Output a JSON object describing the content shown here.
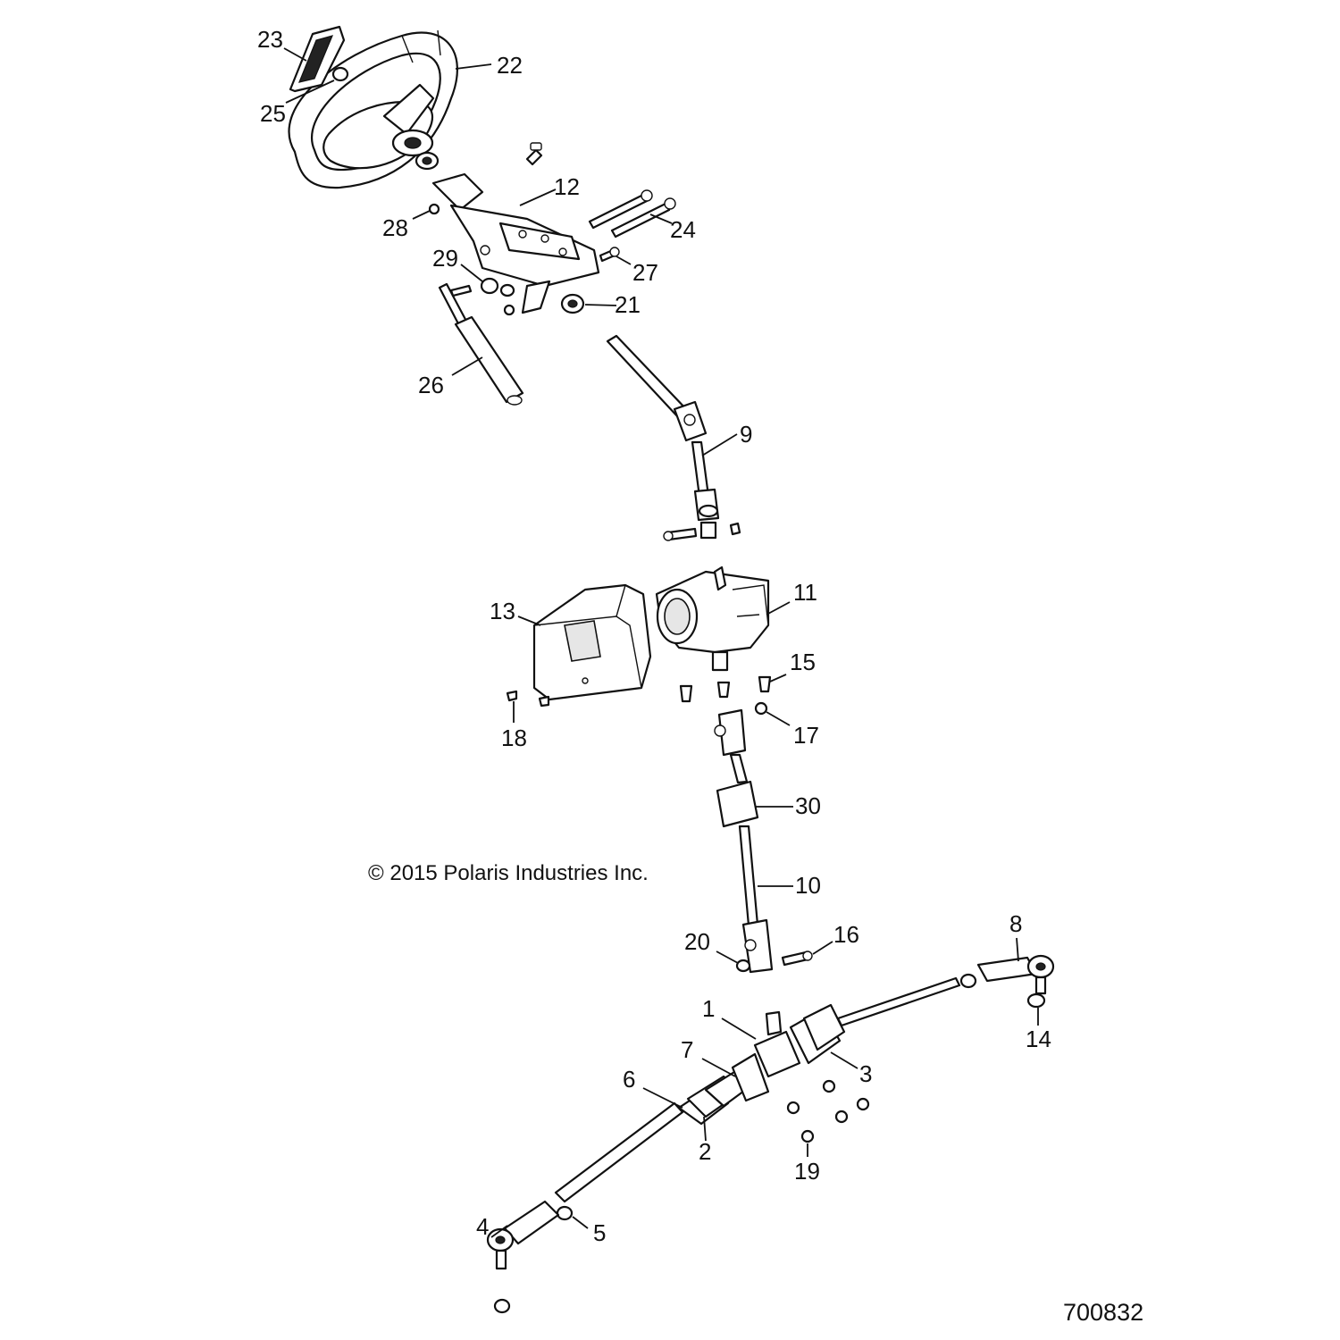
{
  "copyright": "© 2015 Polaris Industries Inc.",
  "diagram_number": "700832",
  "callouts": [
    {
      "id": "c23",
      "label": "23"
    },
    {
      "id": "c22",
      "label": "22"
    },
    {
      "id": "c25",
      "label": "25"
    },
    {
      "id": "c12",
      "label": "12"
    },
    {
      "id": "c28",
      "label": "28"
    },
    {
      "id": "c24",
      "label": "24"
    },
    {
      "id": "c29",
      "label": "29"
    },
    {
      "id": "c27",
      "label": "27"
    },
    {
      "id": "c21",
      "label": "21"
    },
    {
      "id": "c26",
      "label": "26"
    },
    {
      "id": "c9",
      "label": "9"
    },
    {
      "id": "c11",
      "label": "11"
    },
    {
      "id": "c13",
      "label": "13"
    },
    {
      "id": "c15",
      "label": "15"
    },
    {
      "id": "c17",
      "label": "17"
    },
    {
      "id": "c18",
      "label": "18"
    },
    {
      "id": "c30",
      "label": "30"
    },
    {
      "id": "c10",
      "label": "10"
    },
    {
      "id": "c20",
      "label": "20"
    },
    {
      "id": "c16",
      "label": "16"
    },
    {
      "id": "c8",
      "label": "8"
    },
    {
      "id": "c14",
      "label": "14"
    },
    {
      "id": "c1",
      "label": "1"
    },
    {
      "id": "c3",
      "label": "3"
    },
    {
      "id": "c7",
      "label": "7"
    },
    {
      "id": "c6",
      "label": "6"
    },
    {
      "id": "c2",
      "label": "2"
    },
    {
      "id": "c19",
      "label": "19"
    },
    {
      "id": "c4",
      "label": "4"
    },
    {
      "id": "c5",
      "label": "5"
    }
  ]
}
